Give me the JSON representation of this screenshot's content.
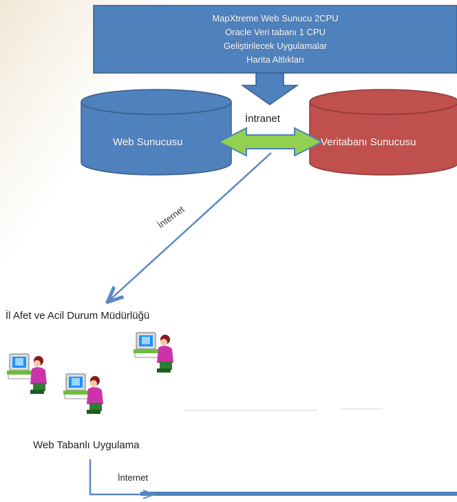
{
  "top_box": {
    "lines": [
      "MapXtreme Web Sunucu  2CPU",
      "Oracle Veri tabanı 1 CPU",
      "Geliştirilecek Uygulamalar",
      "Harita Altlıkları"
    ]
  },
  "web_server": {
    "label": "Web Sunucusu"
  },
  "db_server": {
    "label": "Veritabanı Sunucusu"
  },
  "intranet": {
    "label": "İntranet"
  },
  "internet_1": {
    "label": "İnternet"
  },
  "organization": {
    "label": "İl Afet ve Acil Durum Müdürlüğü"
  },
  "application": {
    "label": "Web Tabanlı Uygulama"
  },
  "internet_2": {
    "label": "İnternet"
  },
  "colors": {
    "box_fill": "#4f81bd",
    "box_border": "#385d8a",
    "web_cylinder": "#4f81bd",
    "db_cylinder": "#c0504d",
    "arrow_fill": "#92d050",
    "arrow_border": "#4f81bd",
    "line_color": "#5b87c5"
  }
}
